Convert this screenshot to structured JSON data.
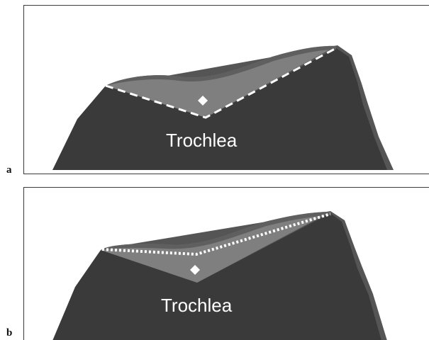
{
  "panels": [
    {
      "letter": "a",
      "label": "Trochlea"
    },
    {
      "letter": "b",
      "label": "Trochlea"
    }
  ],
  "colors": {
    "bone": "#3a3a3a",
    "bone_edge": "#555555",
    "cartilage": "#7f7f7f",
    "cartilage_top": "#5f5f5f",
    "marker": "#ffffff"
  }
}
